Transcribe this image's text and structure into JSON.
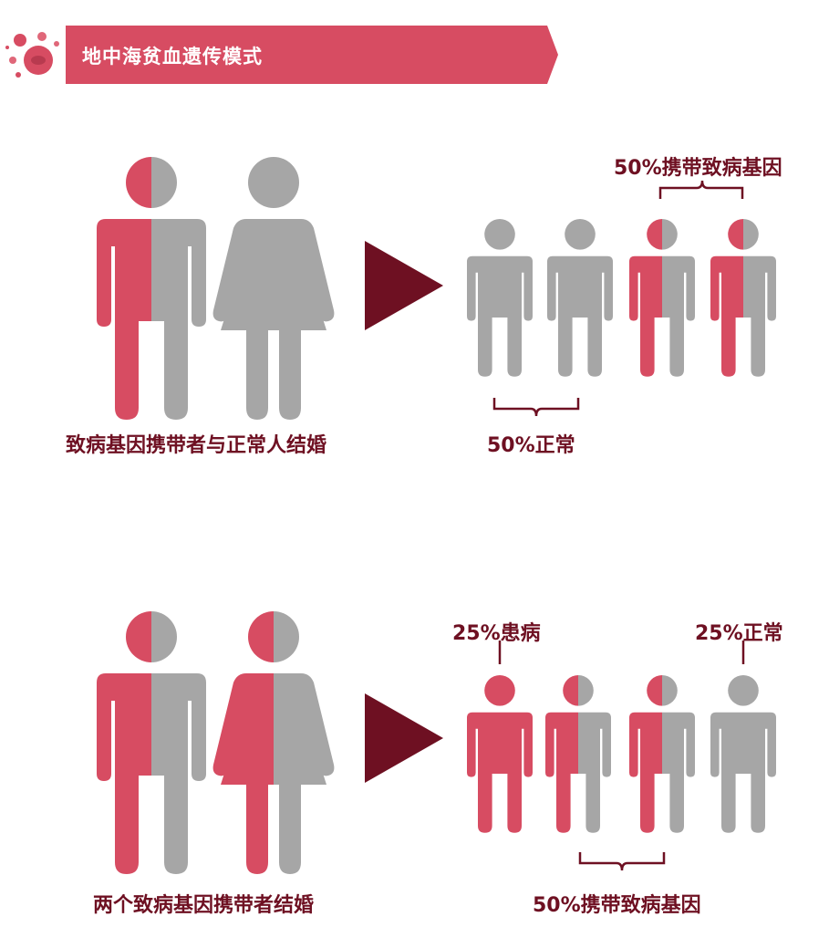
{
  "header": {
    "title": "地中海贫血遗传模式"
  },
  "colors": {
    "carrier_red": "#d74c62",
    "normal_gray": "#a6a6a6",
    "arrow": "#6e1022",
    "label": "#6e1022",
    "banner": "#d74c62"
  },
  "section1": {
    "caption": "致病基因携带者与正常人结婚",
    "normal_label": "50%正常",
    "carrier_label": "50%携带致病基因"
  },
  "section2": {
    "caption": "两个致病基因携带者结婚",
    "affected_label": "25%患病",
    "normal_label": "25%正常",
    "carrier_label": "50%携带致病基因"
  }
}
